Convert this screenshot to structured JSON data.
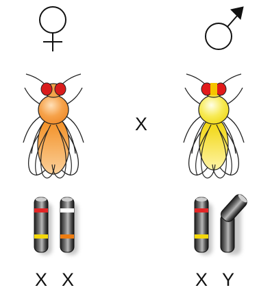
{
  "cross_symbol": "X",
  "female": {
    "symbol_icon": "female-symbol-icon",
    "fly_icon": "fruit-fly-orange-icon",
    "colors": {
      "eye": "#d91c1c",
      "body": "#f39a3a",
      "body_light": "#ffd9a6",
      "abdomen": "#f08a1e"
    },
    "chromosome_labels": [
      "X",
      "X"
    ]
  },
  "male": {
    "symbol_icon": "male-symbol-icon",
    "fly_icon": "fruit-fly-yellow-icon",
    "colors": {
      "eye": "#e11b1b",
      "eye_stripe": "#f5c400",
      "body": "#f4df2a",
      "body_light": "#fffbd0",
      "abdomen": "#f2dd00"
    },
    "chromosome_labels": [
      "X",
      "Y"
    ]
  },
  "band_colors": {
    "red": "#e32626",
    "yellow": "#f5d80a",
    "orange": "#ee7d11",
    "white": "#ffffff"
  }
}
